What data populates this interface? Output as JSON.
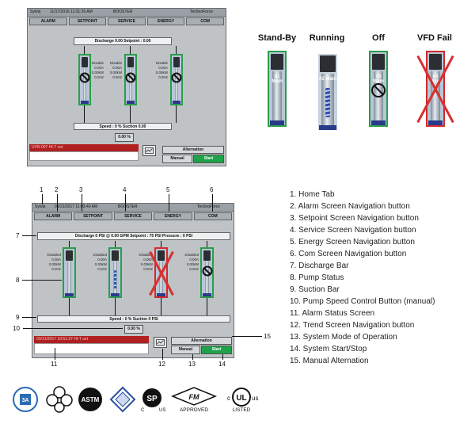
{
  "screen1": {
    "topbar": {
      "user": "Sylvia",
      "datetime": "11/17/2016 11:01:26 AM",
      "mode": "BOOSTER",
      "brand": "TechnoForce"
    },
    "tabs": [
      "ALARM",
      "SETPOINT",
      "SERVICE",
      "ENERGY",
      "COM"
    ],
    "discharge": "Discharge 0.00  Setpoint : 0.00",
    "suction": "Speed : 0 %  Suction 0.00",
    "pumps": [
      {
        "status": "Disable",
        "current": "0.00A",
        "power": "0.00kW",
        "freq": "0.0Hz"
      },
      {
        "status": "Disable",
        "current": "0.00A",
        "power": "0.00kW",
        "freq": "0.0Hz"
      },
      {
        "status": "Disable",
        "current": "0.00A",
        "power": "0.00kW",
        "freq": "0.0Hz"
      }
    ],
    "speed_button": "0.00 %",
    "alarm_text": "UVN  007  HI-T set",
    "alternation": "Alternation",
    "manual": "Manual",
    "start": "Start"
  },
  "legend_states": [
    {
      "title": "Stand-By",
      "pump_label": "#1 Main",
      "state": "standby"
    },
    {
      "title": "Running",
      "pump_label": "#2 Main",
      "state": "running"
    },
    {
      "title": "Off",
      "pump_label": "#3 Main",
      "state": "off"
    },
    {
      "title": "VFD Fail",
      "pump_label": "#3 Main",
      "state": "fail"
    }
  ],
  "screen2": {
    "topbar": {
      "user": "Sylvia",
      "datetime": "03/21/2017 11:03:40 AM",
      "mode": "BOOSTER",
      "brand": "TechnoForce"
    },
    "tabs": [
      "ALARM",
      "SETPOINT",
      "SERVICE",
      "ENERGY",
      "COM"
    ],
    "discharge": "Discharge 0 PSI @ 0.00 GPM   Setpoint : 75 PSI   Pressure : 0 PSI",
    "suction": "Speed : 0 %  Suction 0 PSI",
    "pumps": [
      {
        "status": "Disabled",
        "current": "0.00A",
        "power": "0.00kW",
        "freq": "0.0Hz",
        "state": "standby"
      },
      {
        "status": "Disabled",
        "current": "0.00A",
        "power": "0.00kW",
        "freq": "0.0Hz",
        "state": "running"
      },
      {
        "status": "Disabled",
        "current": "0.00A",
        "power": "0.00kW",
        "freq": "0.0Hz",
        "state": "fail"
      },
      {
        "status": "Disabled",
        "current": "0.00A",
        "power": "0.00kW",
        "freq": "0.0Hz",
        "state": "off"
      }
    ],
    "speed_button": "0.00 %",
    "alarm_text": "03/21/2017 10:51:27     HI-T set",
    "alternation": "Alternation",
    "manual": "Manual",
    "start": "Start"
  },
  "callouts": [
    "1",
    "2",
    "3",
    "4",
    "5",
    "6",
    "7",
    "8",
    "9",
    "10",
    "11",
    "12",
    "13",
    "14",
    "15"
  ],
  "legend_items": [
    "1.  Home Tab",
    "2.  Alarm Screen Navigation button",
    "3.  Setpoint Screen Navigation button",
    "4.  Service Screen Navigation button",
    "5.  Energy Screen Navigation button",
    "6.  Com Screen Navigation button",
    "7.  Discharge Bar",
    "8.  Pump Status",
    "9.  Suction Bar",
    "10. Pump Speed Control Button (manual)",
    "11. Alarm Status Screen",
    "12. Trend Screen Navigation button",
    "13. System Mode of Operation",
    "14. System Start/Stop",
    "15. Manual Alternation"
  ],
  "logos": {
    "fm": "FM",
    "fm_sub": "APPROVED",
    "ul": "UL",
    "ul_left": "c",
    "ul_right": "us",
    "ul_sub": "LISTED",
    "csa_left": "C",
    "csa_right": "US",
    "csa": "SP",
    "astm": "ASTM",
    "three_a": "3A"
  },
  "colors": {
    "running_border": "#2a9d4a",
    "fail_border": "#d12a2a",
    "alarm": "#b02020",
    "start": "#1fa24a"
  }
}
